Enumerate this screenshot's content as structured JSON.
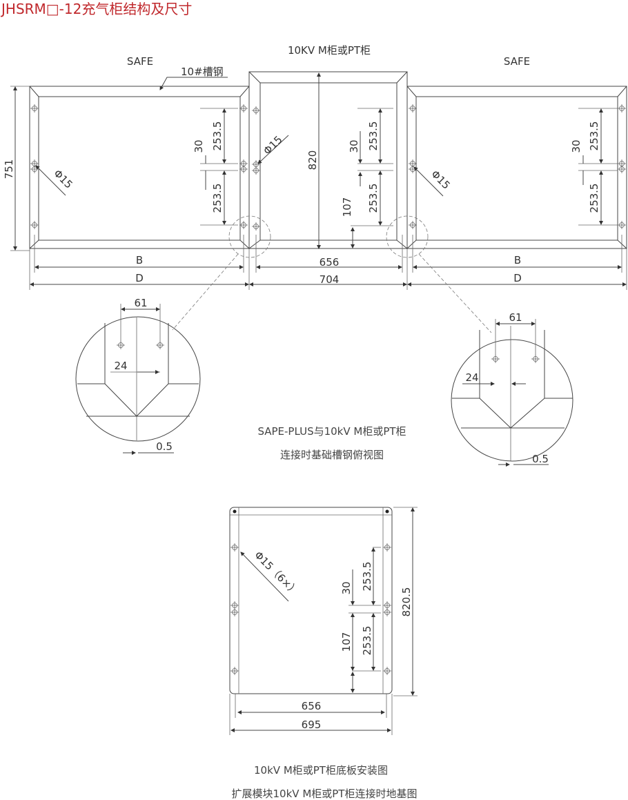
{
  "title": "JHSRM□-12充气柜结构及尺寸",
  "top_view": {
    "left_label": "SAFE",
    "center_label": "10KV M柜或PT柜",
    "right_label": "SAFE",
    "channel_steel": "10#槽钢",
    "height_751": "751",
    "height_820": "820",
    "hole_left": "Φ15",
    "hole_center": "Φ15",
    "hole_right": "Φ15",
    "dim_30": "30",
    "dim_253_5": "253.5",
    "dim_107": "107",
    "dim_B": "B",
    "dim_D": "D",
    "dim_656": "656",
    "dim_704": "704"
  },
  "details": {
    "left": {
      "spacing": "61",
      "offset": "24",
      "gap": "0.5"
    },
    "right": {
      "spacing": "61",
      "offset": "24",
      "gap": "0.5"
    },
    "caption_line1": "SAPE-PLUS与10kV M柜或PT柜",
    "caption_line2": "连接时基础槽钢俯视图"
  },
  "base_plate": {
    "hole_label": "Φ15（6×）",
    "dim_30": "30",
    "dim_253_5": "253.5",
    "dim_107": "107",
    "height": "820.5",
    "width_inner": "656",
    "width_outer": "695",
    "caption_line1": "10kV M柜或PT柜底板安装图",
    "caption_line2": "扩展模块10kV M柜或PT柜连接时地基图"
  }
}
